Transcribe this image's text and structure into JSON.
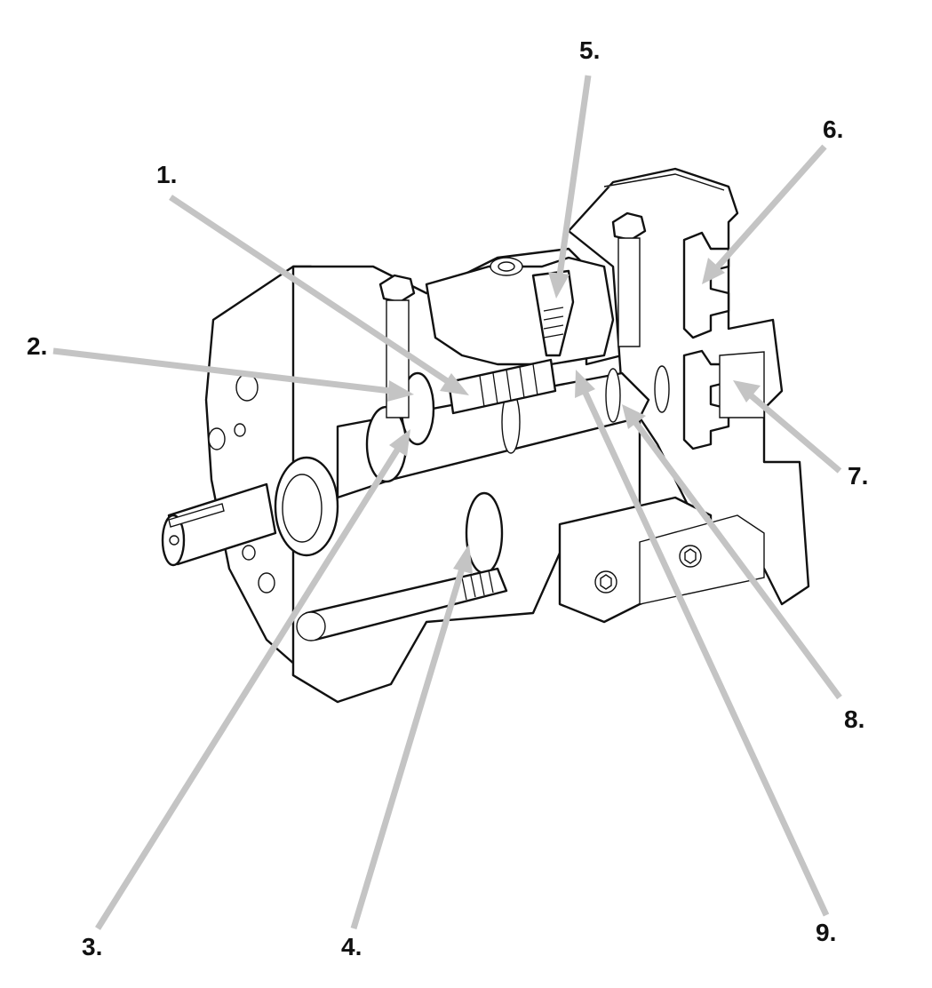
{
  "callouts": [
    {
      "id": "1",
      "label": "1."
    },
    {
      "id": "2",
      "label": "2."
    },
    {
      "id": "3",
      "label": "3."
    },
    {
      "id": "4",
      "label": "4."
    },
    {
      "id": "5",
      "label": "5."
    },
    {
      "id": "6",
      "label": "6."
    },
    {
      "id": "7",
      "label": "7."
    },
    {
      "id": "8",
      "label": "8."
    },
    {
      "id": "9",
      "label": "9."
    }
  ],
  "colors": {
    "line_art": "#111111",
    "leader_lines": "#c4c4c4",
    "background": "#ffffff"
  }
}
